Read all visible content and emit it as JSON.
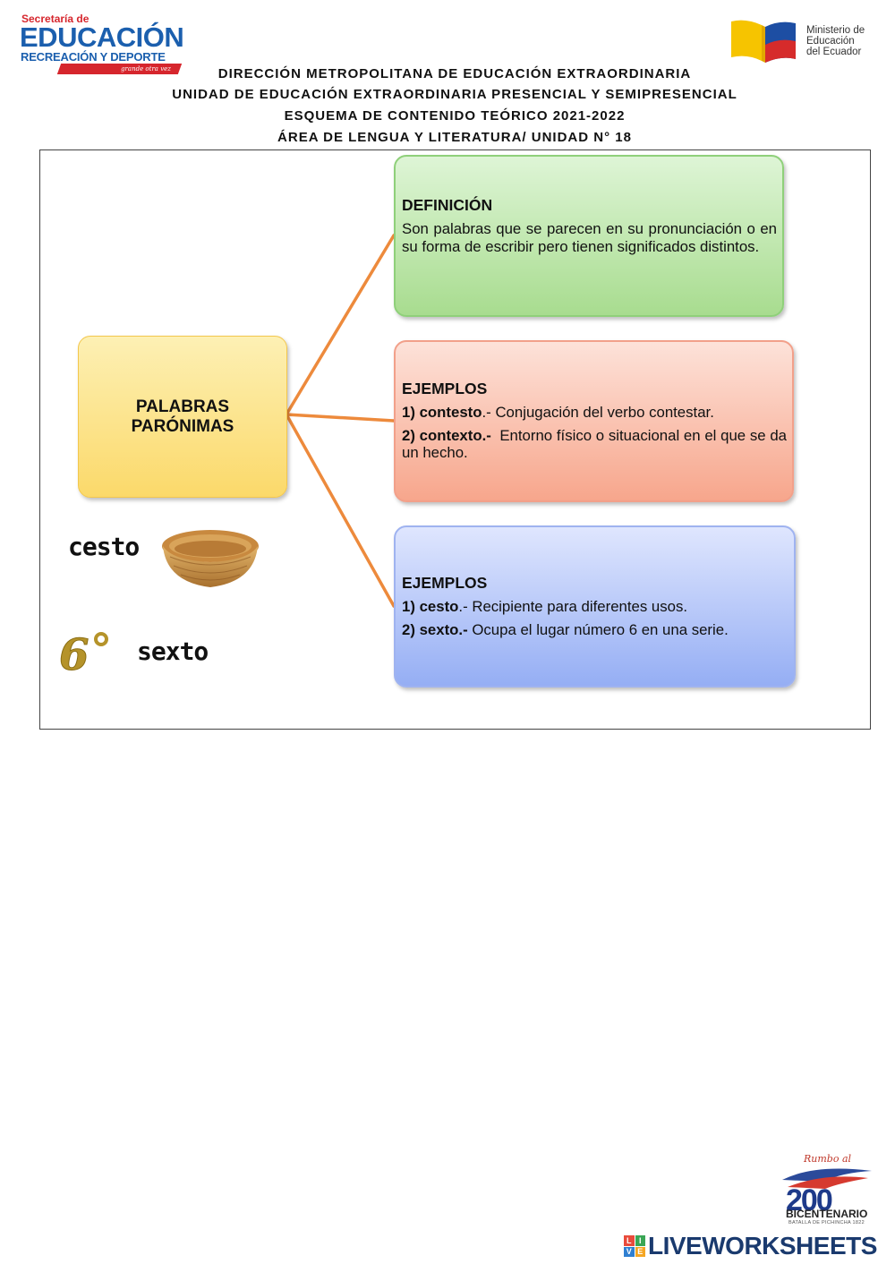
{
  "header": {
    "logo_left": {
      "line1": "Secretaría de",
      "line2": "EDUCACIÓN",
      "line3": "RECREACIÓN Y DEPORTE",
      "tagline": "grande otra vez"
    },
    "logo_right": {
      "line1": "Ministerio de",
      "line2": "Educación",
      "line3": "del Ecuador"
    },
    "title_lines": [
      "DIRECCIÓN  METROPOLITANA  DE  EDUCACIÓN  EXTRAORDINARIA",
      "UNIDAD DE EDUCACIÓN  EXTRAORDINARIA  PRESENCIAL  Y SEMIPRESENCIAL",
      "ESQUEMA  DE CONTENIDO  TEÓRICO  2021-2022",
      "ÁREA DE LENGUA Y LITERATURA/  UNIDAD N° 18"
    ]
  },
  "diagram": {
    "center": {
      "line1": "PALABRAS",
      "line2": "PARÓNIMAS"
    },
    "definition": {
      "title": "DEFINICIÓN",
      "text": "Son palabras que se parecen en su pronunciación o en su forma de escribir pero tienen significados distintos."
    },
    "examples_1": {
      "title": "EJEMPLOS",
      "items": [
        {
          "term": "1) contesto",
          "sep": ".- ",
          "text": "Conjugación del verbo contestar."
        },
        {
          "term": "2) contexto.-",
          "sep": "  ",
          "text": "Entorno físico o situacional en el que se da un hecho."
        }
      ]
    },
    "examples_2": {
      "title": "EJEMPLOS",
      "items": [
        {
          "term": "1) cesto",
          "sep": ".- ",
          "text": "Recipiente para diferentes usos."
        },
        {
          "term": "2) sexto.-",
          "sep": " ",
          "text": "Ocupa el lugar número 6 en una serie."
        }
      ]
    },
    "pictures": {
      "word1": "cesto",
      "word2": "sexto",
      "six_label": "6°",
      "icon1": "basket-icon",
      "icon2": "ordinal-six-icon"
    },
    "connector_color": "#ed8a3c"
  },
  "footer": {
    "bicentenario": {
      "top": "Rumbo al",
      "number": "200",
      "name": "BICENTENARIO",
      "sub": "BATALLA DE PICHINCHA 1822"
    },
    "brand": {
      "grid_letters": [
        "L",
        "I",
        "V",
        "E"
      ],
      "text": "LIVEWORKSHEETS"
    }
  },
  "colors": {
    "definition_box": "#a8dc8f",
    "examples1_box": "#f7a68c",
    "examples2_box": "#95aef4",
    "center_box": "#fbd96a"
  }
}
